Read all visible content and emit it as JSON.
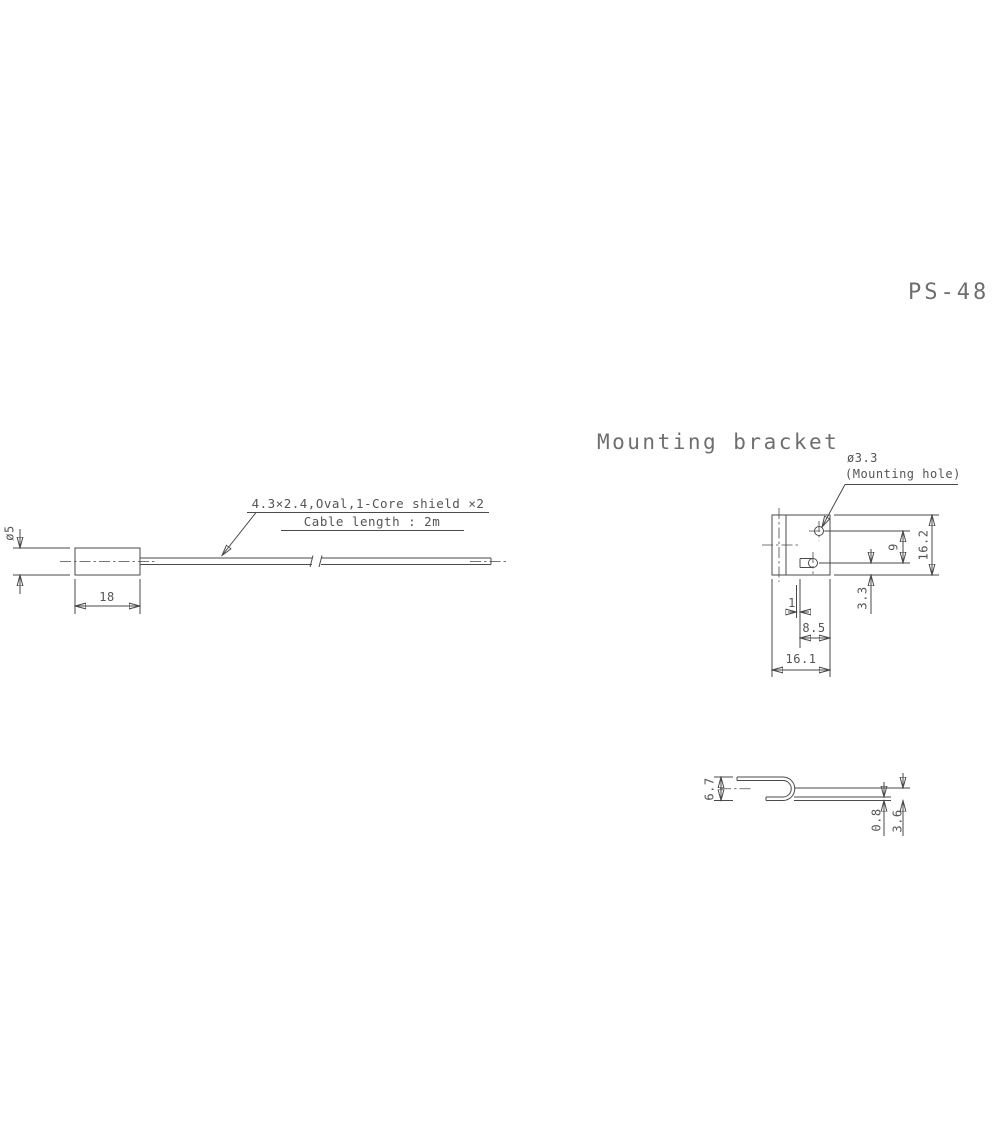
{
  "colors": {
    "line": "#4a4a4a",
    "text": "#5a5a5a",
    "title": "#6e6e6e"
  },
  "title": "PS-48",
  "mounting_section": {
    "title": "Mounting bracket"
  },
  "sensor": {
    "cable_spec": "4.3×2.4,Oval,1-Core shield ×2",
    "cable_length": "Cable length : 2m",
    "dim_diameter": "ø5",
    "dim_body_length": "18"
  },
  "bracket": {
    "hole_diameter": "ø3.3",
    "hole_note": "(Mounting hole)",
    "dim_height": "16.2",
    "dim_hole_pitch": "9",
    "dim_hole_to_edge": "3.3",
    "dim_slot_width": "1",
    "dim_inner_width": "8.5",
    "dim_width": "16.1",
    "dim_side_height": "6.7",
    "dim_thickness": "0.8",
    "dim_hook_depth": "3.6"
  }
}
